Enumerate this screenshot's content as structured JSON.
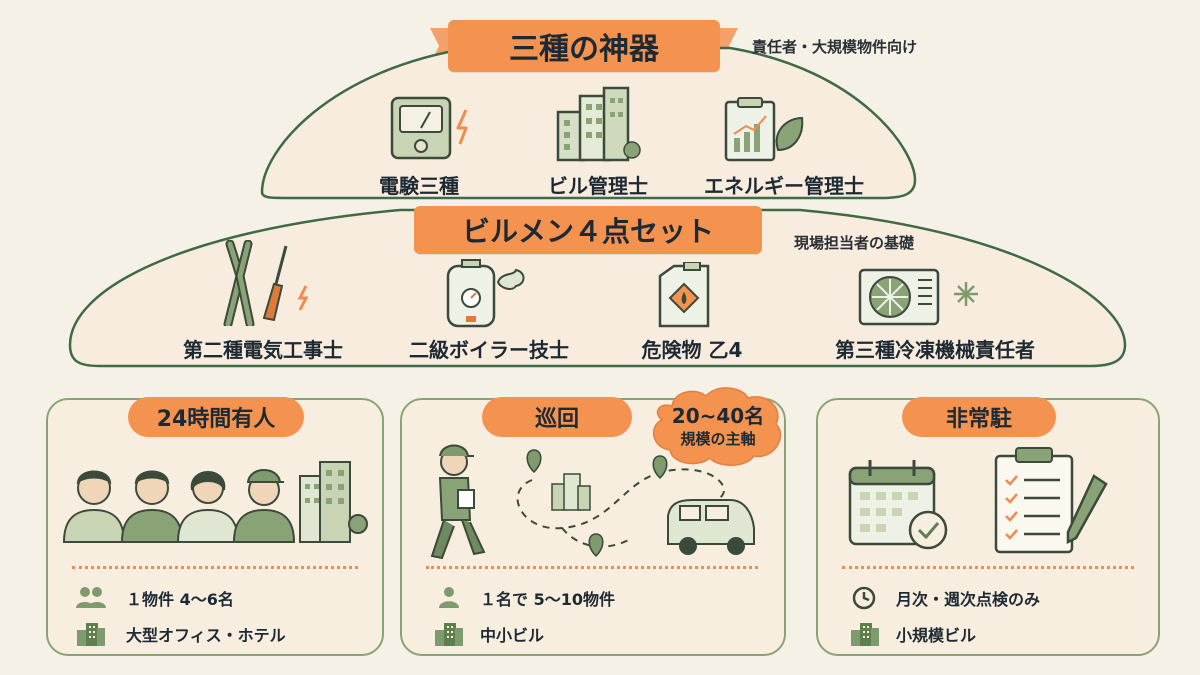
{
  "top_tier": {
    "title": "三種の神器",
    "note": "責任者・大規模物件向け",
    "items": [
      {
        "label": "電験三種",
        "icon": "voltmeter-icon"
      },
      {
        "label": "ビル管理士",
        "icon": "building-icon"
      },
      {
        "label": "エネルギー管理士",
        "icon": "clipboard-chart-icon"
      }
    ]
  },
  "mid_tier": {
    "title": "ビルメン４点セット",
    "note": "現場担当者の基礎",
    "items": [
      {
        "label": "第二種電気工事士",
        "icon": "pliers-screwdriver-icon"
      },
      {
        "label": "二級ボイラー技士",
        "icon": "boiler-icon"
      },
      {
        "label": "危険物 乙4",
        "icon": "fuel-can-icon"
      },
      {
        "label": "第三種冷凍機械責任者",
        "icon": "ac-unit-icon"
      }
    ]
  },
  "cards": [
    {
      "title": "24時間有人",
      "rows": [
        {
          "icon": "people-icon",
          "text": "１物件 4〜6名"
        },
        {
          "icon": "building-small-icon",
          "text": "大型オフィス・ホテル"
        }
      ]
    },
    {
      "title": "巡回",
      "badge_line1": "20~40名",
      "badge_line2": "規模の主軸",
      "rows": [
        {
          "icon": "person-icon",
          "text": "１名で 5〜10物件"
        },
        {
          "icon": "building-small-icon",
          "text": "中小ビル"
        }
      ]
    },
    {
      "title": "非常駐",
      "rows": [
        {
          "icon": "clock-icon",
          "text": "月次・週次点検のみ"
        },
        {
          "icon": "building-small-icon",
          "text": "小規模ビル"
        }
      ]
    }
  ],
  "colors": {
    "accent_orange": "#f4924f",
    "green": "#7f9a6c",
    "dark_green_line": "#3f6a45",
    "background": "#f6f1e7"
  }
}
